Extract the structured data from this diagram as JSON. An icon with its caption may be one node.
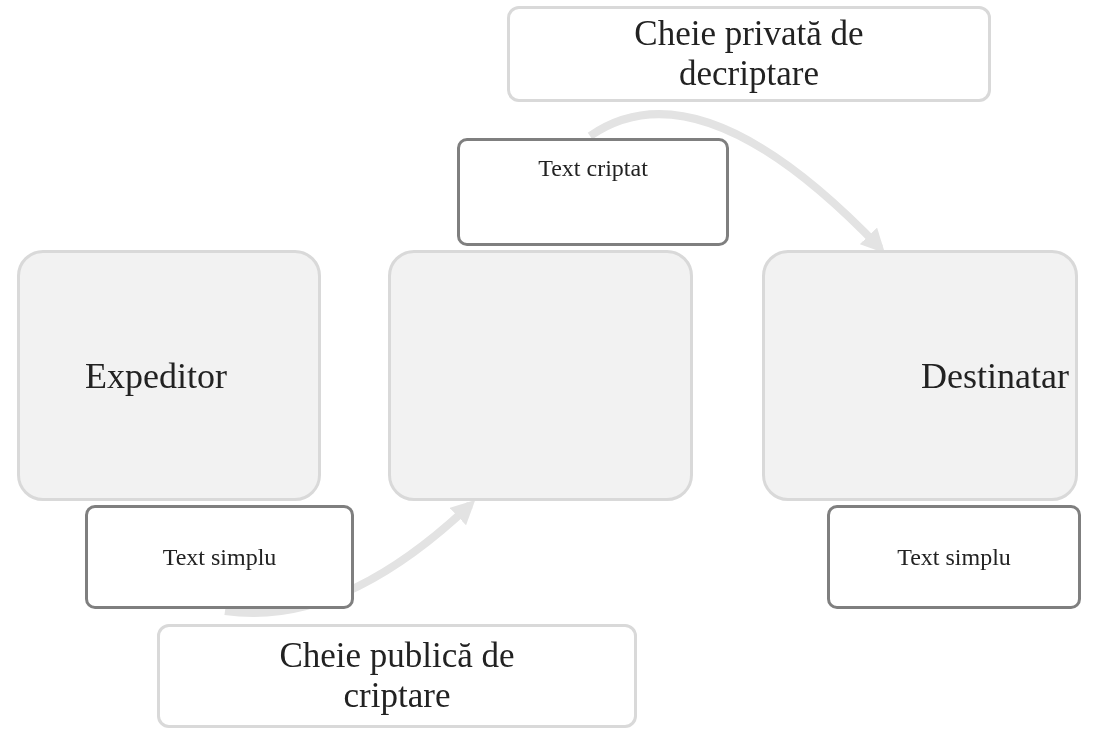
{
  "diagram": {
    "nodes": [
      {
        "text": [
          "Expeditor"
        ]
      },
      {
        "text": [
          "Text simplu"
        ]
      },
      {
        "text": [],
        "shape": "box"
      },
      {
        "text": [
          "Text criptat"
        ]
      },
      {
        "text": [
          "Destinatar"
        ]
      },
      {
        "text": [
          "Text simplu"
        ]
      },
      {
        "text": [
          "Cheie publică de criptare"
        ]
      },
      {
        "text": [
          "Cheie privată de decriptare"
        ]
      }
    ],
    "edges": [
      {
        "from": 1,
        "to": 2,
        "arrow": "to"
      },
      {
        "from": 3,
        "to": 4,
        "arrow": "to"
      }
    ]
  }
}
